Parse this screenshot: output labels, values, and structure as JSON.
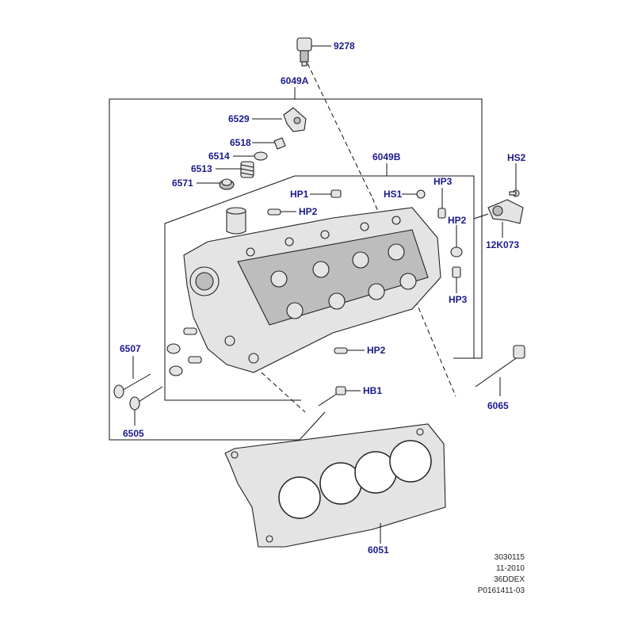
{
  "callouts": {
    "c9278": "9278",
    "c6049A": "6049A",
    "c6529": "6529",
    "c6518": "6518",
    "c6514": "6514",
    "c6513": "6513",
    "c6571": "6571",
    "c6049B": "6049B",
    "cHP1": "HP1",
    "cHP2a": "HP2",
    "cHS1": "HS1",
    "cHP3a": "HP3",
    "cHP2b": "HP2",
    "cHP3b": "HP3",
    "cHS2": "HS2",
    "c12K073": "12K073",
    "c6507": "6507",
    "c6505": "6505",
    "cHP2c": "HP2",
    "cHB1": "HB1",
    "c6065": "6065",
    "c6051": "6051"
  },
  "footer": {
    "line1": "3030115",
    "line2": "11-2010",
    "line3": "36DDEX",
    "line4": "P0161411-03"
  },
  "colors": {
    "callout_text": "#1a1a8c",
    "line_art": "#222222"
  }
}
